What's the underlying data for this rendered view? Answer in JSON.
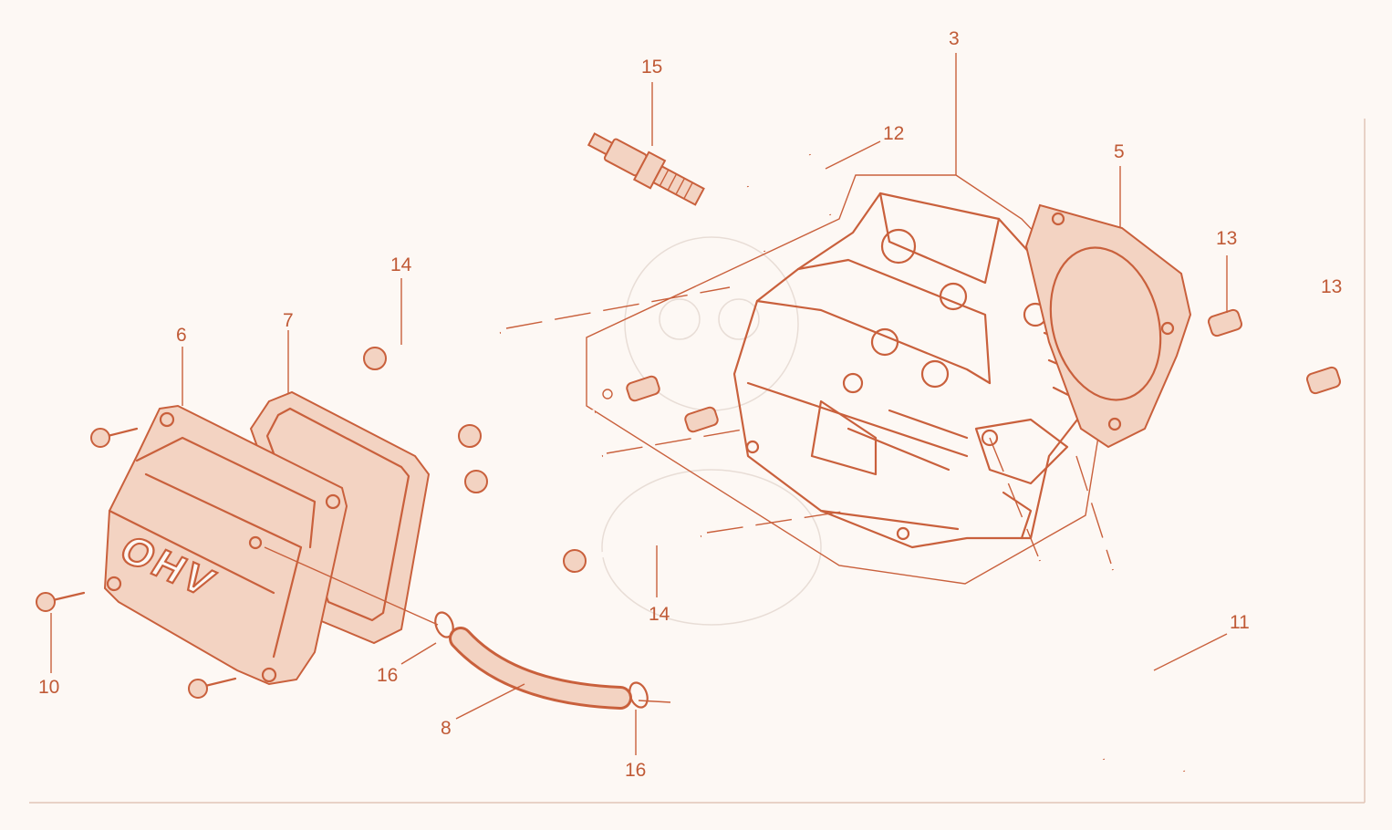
{
  "colors": {
    "ink": "#c9603c",
    "label": "#c05a36",
    "background": "#fdf8f4"
  },
  "labels": {
    "p3": "3",
    "p5": "5",
    "p6": "6",
    "p7": "7",
    "p8": "8",
    "p10": "10",
    "p11": "11",
    "p12": "12",
    "p13a": "13",
    "p13b": "13",
    "p14a": "14",
    "p14b": "14",
    "p15": "15",
    "p16a": "16",
    "p16b": "16"
  },
  "cover": {
    "emboss_text": "OHV"
  }
}
